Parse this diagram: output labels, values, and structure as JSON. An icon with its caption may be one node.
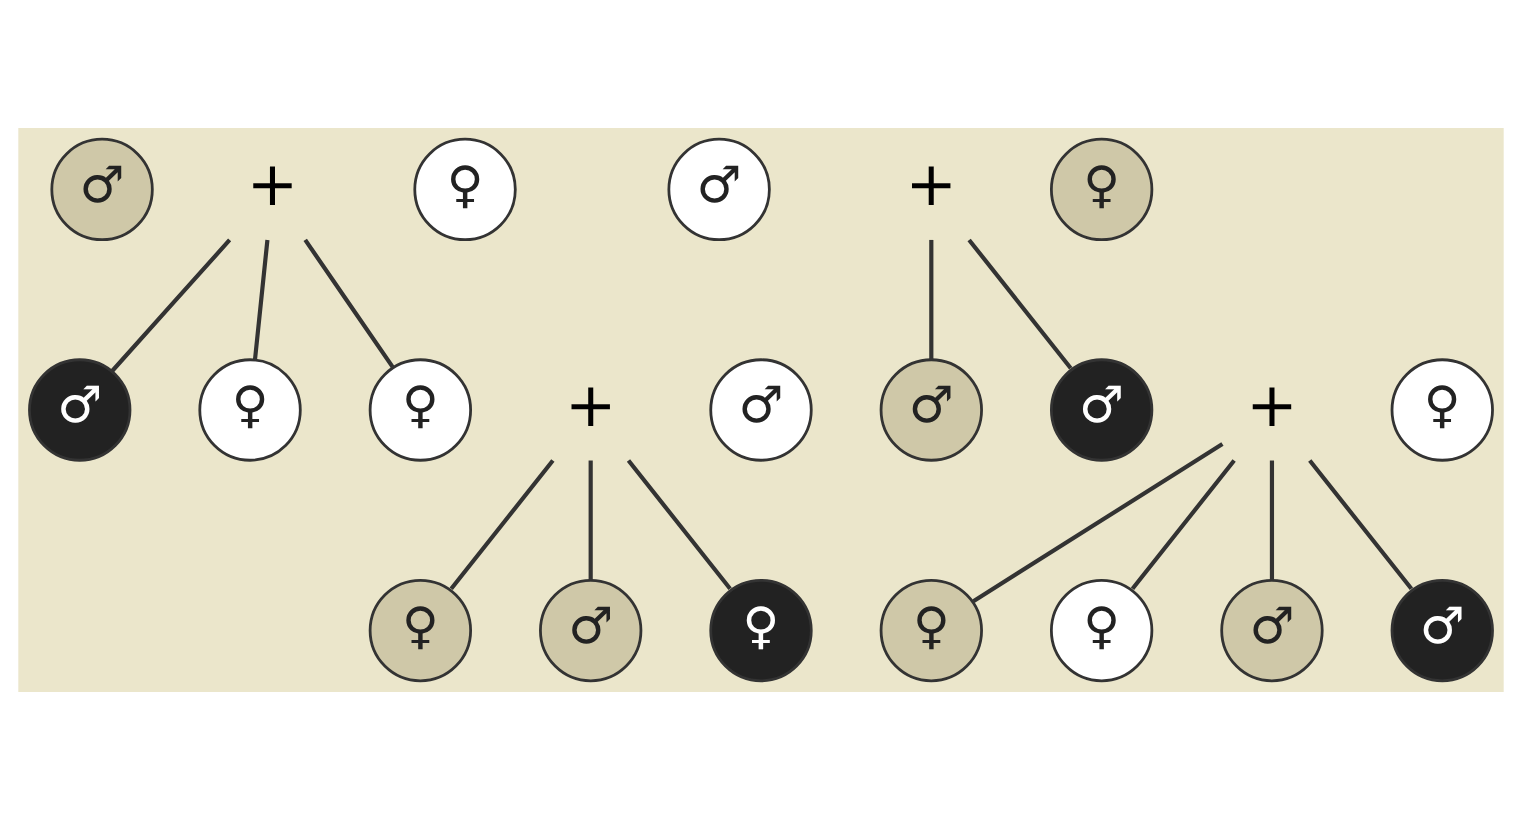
{
  "diagram": {
    "nodes": [
      {
        "text": [
          "♂"
        ]
      },
      {
        "text": [
          "+"
        ]
      },
      {
        "text": [
          "♀"
        ]
      },
      {
        "text": [
          "♂"
        ]
      },
      {
        "text": [
          "♀"
        ]
      },
      {
        "text": [
          "♀"
        ]
      },
      {
        "text": [
          "+"
        ]
      },
      {
        "text": [
          "♂"
        ]
      },
      {
        "text": [
          "♀"
        ]
      },
      {
        "text": [
          "♂"
        ]
      },
      {
        "text": [
          "♀"
        ]
      },
      {
        "text": [
          "♂"
        ]
      },
      {
        "text": [
          "+"
        ]
      },
      {
        "text": [
          "♀"
        ]
      },
      {
        "text": [
          "♂"
        ]
      },
      {
        "text": [
          "♂"
        ]
      },
      {
        "text": [
          "+"
        ]
      },
      {
        "text": [
          "♀"
        ]
      },
      {
        "text": [
          "♀"
        ]
      },
      {
        "text": [
          "♀"
        ]
      },
      {
        "text": [
          "♂"
        ]
      },
      {
        "text": [
          "♂"
        ]
      }
    ],
    "edges": [
      {
        "from": 1,
        "to": 3,
        "arrow": "none"
      },
      {
        "from": 1,
        "to": 4,
        "arrow": "none"
      },
      {
        "from": 1,
        "to": 5,
        "arrow": "none"
      },
      {
        "from": 6,
        "to": 8,
        "arrow": "none"
      },
      {
        "from": 6,
        "to": 9,
        "arrow": "none"
      },
      {
        "from": 6,
        "to": 10,
        "arrow": "none"
      },
      {
        "from": 12,
        "to": 14,
        "arrow": "none"
      },
      {
        "from": 12,
        "to": 15,
        "arrow": "none"
      },
      {
        "from": 16,
        "to": 18,
        "arrow": "none"
      },
      {
        "from": 16,
        "to": 19,
        "arrow": "none"
      },
      {
        "from": 16,
        "to": 20,
        "arrow": "none"
      },
      {
        "from": 16,
        "to": 21,
        "arrow": "none"
      }
    ]
  }
}
